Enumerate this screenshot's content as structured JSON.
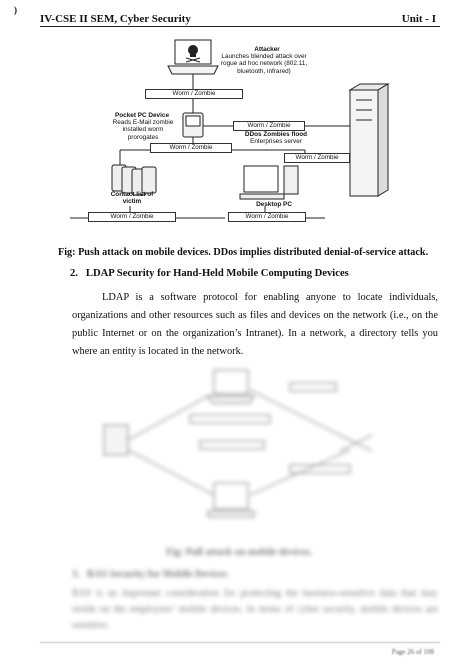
{
  "header": {
    "corner_mark": ")",
    "left_text": "IV-CSE II SEM, Cyber Security",
    "right_text": "Unit - I"
  },
  "figure1": {
    "attacker_title": "Attacker",
    "attacker_desc": "Launches blended attack over rogue ad hoc network (802.11, bluetooth, infrared)",
    "pocket_title": "Pocket PC Device",
    "pocket_desc": "Reads E-Mail zombie installed worm prorogates",
    "ddos_title": "DDos Zombies flood",
    "ddos_desc": "Enterprises server",
    "contact_list": "Contact list of victim",
    "desktop_pc": "Desktop PC",
    "worm_zombie": "Worm / Zombie"
  },
  "caption1": "Fig: Push attack on mobile devices. DDos implies distributed denial-of-service attack.",
  "section2": {
    "number": "2.",
    "title": "LDAP Security for Hand-Held Mobile Computing Devices"
  },
  "paragraph": "LDAP is a software protocol for enabling anyone to locate individuals, organizations and other resources such as files and devices on the network (i.e., on the public Internet or on the organization’s Intranet). In a network, a directory tells you where an entity is located in the network.",
  "blurred": {
    "caption": "Fig: Pull attack on mobile devices.",
    "section_number": "3.",
    "section_title": "RAS Security for Mobile Devices",
    "paragraph": "RAS is an important consideration for protecting the business-sensitive data that may reside on the employees’ mobile devices. In terms of cyber security, mobile devices are sensitive."
  },
  "footer": {
    "page": "Page 26 of 108"
  }
}
